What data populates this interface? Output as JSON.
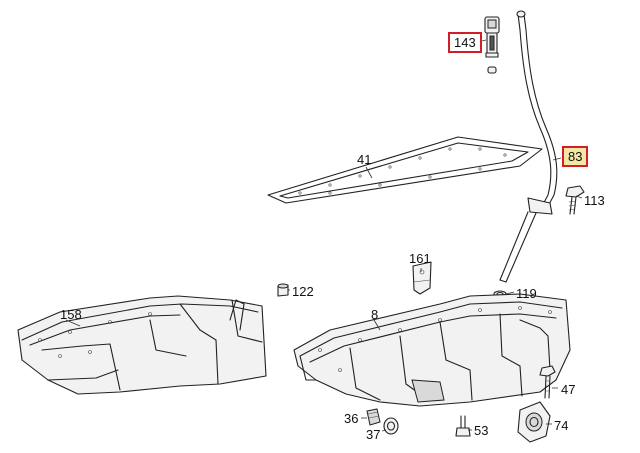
{
  "parts": [
    {
      "id": "p143",
      "label": "143",
      "boxed": true,
      "highlight": false
    },
    {
      "id": "p83",
      "label": "83",
      "boxed": true,
      "highlight": true
    },
    {
      "id": "p41",
      "label": "41",
      "boxed": false,
      "highlight": false
    },
    {
      "id": "p113",
      "label": "113",
      "boxed": false,
      "highlight": false
    },
    {
      "id": "p161",
      "label": "161",
      "boxed": false,
      "highlight": false
    },
    {
      "id": "p122",
      "label": "122",
      "boxed": false,
      "highlight": false
    },
    {
      "id": "p119",
      "label": "119",
      "boxed": false,
      "highlight": false
    },
    {
      "id": "p158",
      "label": "158",
      "boxed": false,
      "highlight": false
    },
    {
      "id": "p8",
      "label": "8",
      "boxed": false,
      "highlight": false
    },
    {
      "id": "p47",
      "label": "47",
      "boxed": false,
      "highlight": false
    },
    {
      "id": "p36",
      "label": "36",
      "boxed": false,
      "highlight": false
    },
    {
      "id": "p37",
      "label": "37",
      "boxed": false,
      "highlight": false
    },
    {
      "id": "p53",
      "label": "53",
      "boxed": false,
      "highlight": false
    },
    {
      "id": "p74",
      "label": "74",
      "boxed": false,
      "highlight": false
    }
  ],
  "colors": {
    "box_border": "#d21f26",
    "highlight_fill": "#f3e7a6",
    "line": "#222222"
  }
}
